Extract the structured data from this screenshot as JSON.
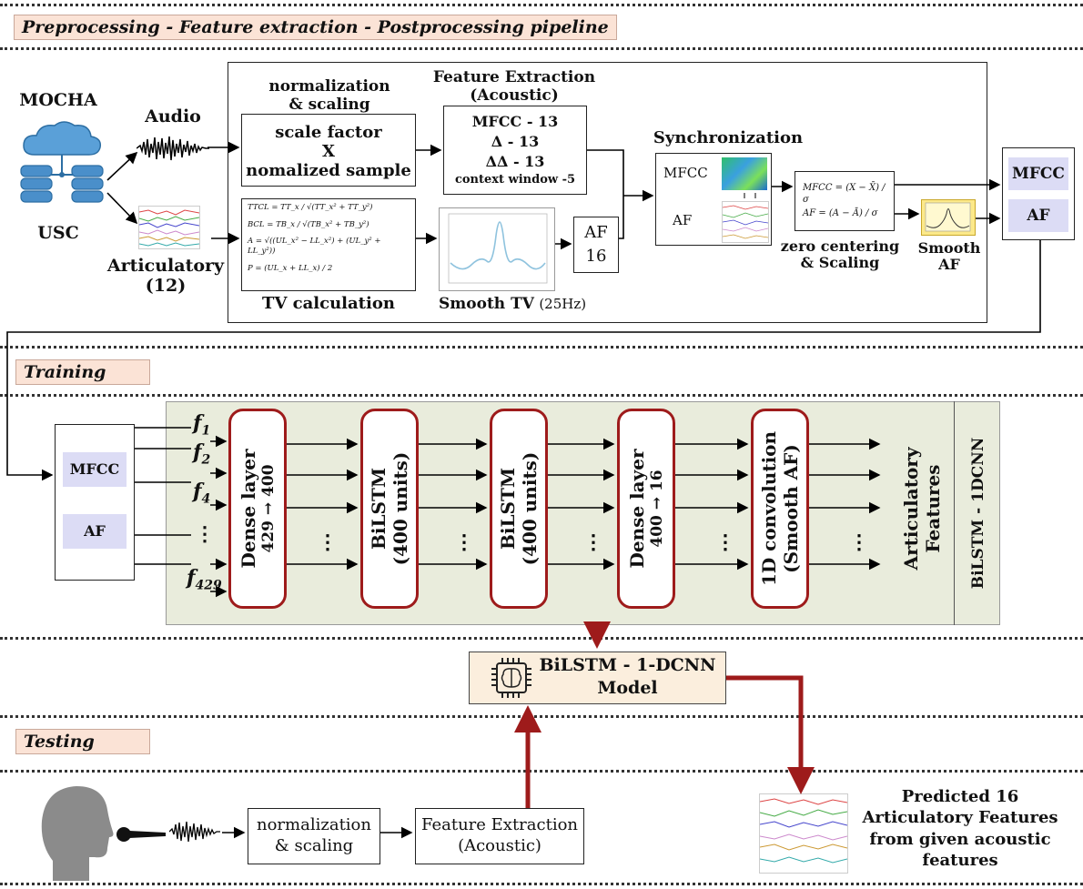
{
  "sections": {
    "preprocessing": "Preprocessing - Feature extraction - Postprocessing pipeline",
    "training": "Training",
    "testing": "Testing"
  },
  "pre": {
    "mocha": "MOCHA",
    "usc": "USC",
    "audio": "Audio",
    "articulatory": "Articulatory",
    "articulatory_count": "(12)",
    "norm_title_1": "normalization",
    "norm_title_2": "& scaling",
    "scale_1": "scale factor",
    "scale_x": "X",
    "scale_2": "nomalized sample",
    "tv_formulas": [
      "TTCL = TT_x / √(TT_x² + TT_y²)",
      "BCL = TB_x / √(TB_x² + TB_y²)",
      "A = √((UL_x² − LL_x²) + (UL_y² + LL_y²))",
      "P = (UL_x + LL_x) / 2"
    ],
    "tv_calc": "TV  calculation",
    "fe_title_1": "Feature Extraction",
    "fe_title_2": "(Acoustic)",
    "fe_lines": [
      "MFCC - 13",
      "Δ  - 13",
      "ΔΔ  - 13",
      "context window -5"
    ],
    "smooth_tv": "Smooth TV",
    "smooth_tv_hz": "(25Hz)",
    "af": "AF",
    "af_num": "16",
    "sync": "Synchronization",
    "sync_mfcc": "MFCC",
    "sync_af": "AF",
    "zc_formula_1": "MFCC = (X − X̄) / σ",
    "zc_formula_2": "AF = (A − Ā) / σ",
    "zc_1": "zero centering",
    "zc_2": "& Scaling",
    "smooth_af_1": "Smooth",
    "smooth_af_2": "AF",
    "out_mfcc": "MFCC",
    "out_af": "AF"
  },
  "train": {
    "in_mfcc": "MFCC",
    "in_af": "AF",
    "f_labels": [
      "f",
      "f",
      "f",
      "⋮",
      "f"
    ],
    "f_subs": [
      "1",
      "2",
      "4",
      "",
      "429"
    ],
    "blocks": [
      {
        "line1": "Dense layer",
        "line2": "429 → 400"
      },
      {
        "line1": "BiLSTM",
        "line2": "(400 units)"
      },
      {
        "line1": "BiLSTM",
        "line2": "(400 units)"
      },
      {
        "line1": "Dense layer",
        "line2": "400 → 16"
      },
      {
        "line1": "1D convolution",
        "line2": "(Smooth AF)"
      }
    ],
    "outputs_1": "Articulatory",
    "outputs_2": "Features",
    "model_side": "BiLSTM - 1DCNN"
  },
  "model": {
    "line1": "BiLSTM - 1-DCNN",
    "line2": "Model"
  },
  "test": {
    "norm_1": "normalization",
    "norm_2": "& scaling",
    "fe_1": "Feature Extraction",
    "fe_2": "(Acoustic)",
    "pred": [
      "Predicted 16",
      "Articulatory Features",
      "from given acoustic",
      "features"
    ]
  },
  "colors": {
    "accent_red": "#9e1b1b",
    "section_bg": "#fbe3d6",
    "panel_bg": "#e9ecdc",
    "lavender": "#dcdcf5",
    "model_bg": "#fbeedd"
  }
}
